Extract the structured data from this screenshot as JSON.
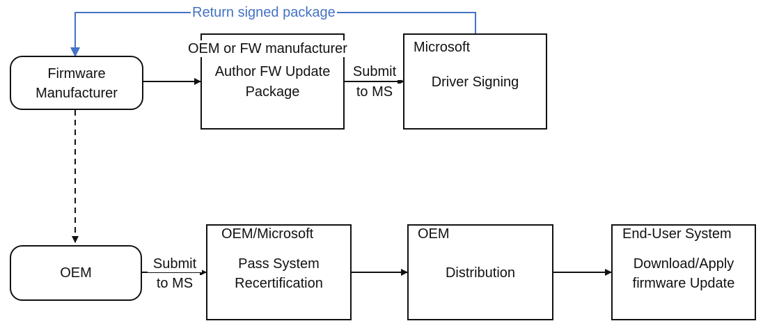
{
  "colors": {
    "stroke": "#111111",
    "return_link": "#4472C4"
  },
  "return_link_label": "Return signed package",
  "nodes": {
    "firmware_manufacturer": {
      "lines": [
        "Firmware",
        "Manufacturer"
      ]
    },
    "author_package": {
      "header": "OEM or FW manufacturer",
      "lines": [
        "Author FW Update",
        "Package"
      ]
    },
    "driver_signing": {
      "header": "Microsoft",
      "text": "Driver Signing"
    },
    "oem": {
      "text": "OEM"
    },
    "recertification": {
      "header": "OEM/Microsoft",
      "lines": [
        "Pass System",
        "Recertification"
      ]
    },
    "distribution": {
      "header": "OEM",
      "text": "Distribution"
    },
    "end_user": {
      "header": "End-User System",
      "lines": [
        "Download/Apply",
        "firmware Update"
      ]
    }
  },
  "edges": {
    "submit_top": {
      "lines": [
        "Submit",
        "to MS"
      ]
    },
    "submit_bottom": {
      "lines": [
        "Submit",
        "to MS"
      ]
    }
  }
}
